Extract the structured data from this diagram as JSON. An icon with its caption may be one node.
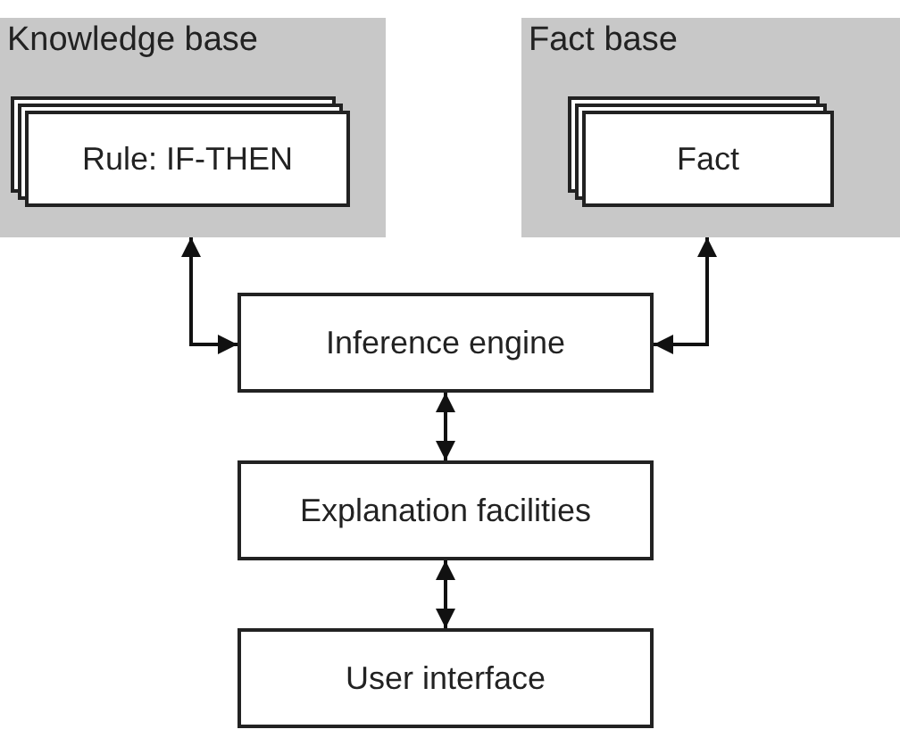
{
  "diagram": {
    "nodes": [
      {
        "text": [
          "Knowledge base"
        ]
      },
      {
        "text": [
          "Rule: IF-THEN"
        ],
        "in": 0
      },
      {
        "text": [
          "Fact base"
        ]
      },
      {
        "text": [
          "Fact"
        ],
        "in": 2
      },
      {
        "text": [
          "Inference engine"
        ]
      },
      {
        "text": [
          "Explanation facilities"
        ]
      },
      {
        "text": [
          "User interface"
        ]
      }
    ],
    "edges": [
      {
        "from": 0,
        "to": 4,
        "arrow": "both"
      },
      {
        "from": 2,
        "to": 4,
        "arrow": "both"
      },
      {
        "from": 4,
        "to": 5,
        "arrow": "both"
      },
      {
        "from": 5,
        "to": 6,
        "arrow": "both"
      }
    ]
  }
}
